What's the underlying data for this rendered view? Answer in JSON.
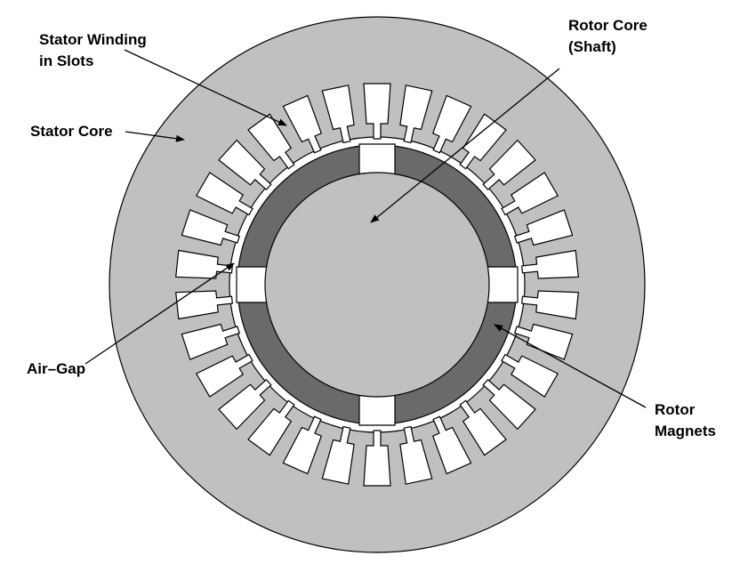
{
  "title": "Permanent magnet motor cross-section",
  "labels": {
    "stator_winding": [
      "Stator Winding",
      "in Slots"
    ],
    "stator_core": "Stator Core",
    "air_gap": "Air–Gap",
    "rotor_core": [
      "Rotor Core",
      "(Shaft)"
    ],
    "rotor_magnets": [
      "Rotor",
      "Magnets"
    ]
  },
  "parts": {
    "slot_count": 30,
    "magnet_count": 4
  },
  "colors": {
    "stator": "#c0c0c0",
    "rotor_core": "#c0c0c0",
    "magnets": "#6a6a6a",
    "slots": "#ffffff",
    "outline": "#000000",
    "background": "#ffffff"
  }
}
